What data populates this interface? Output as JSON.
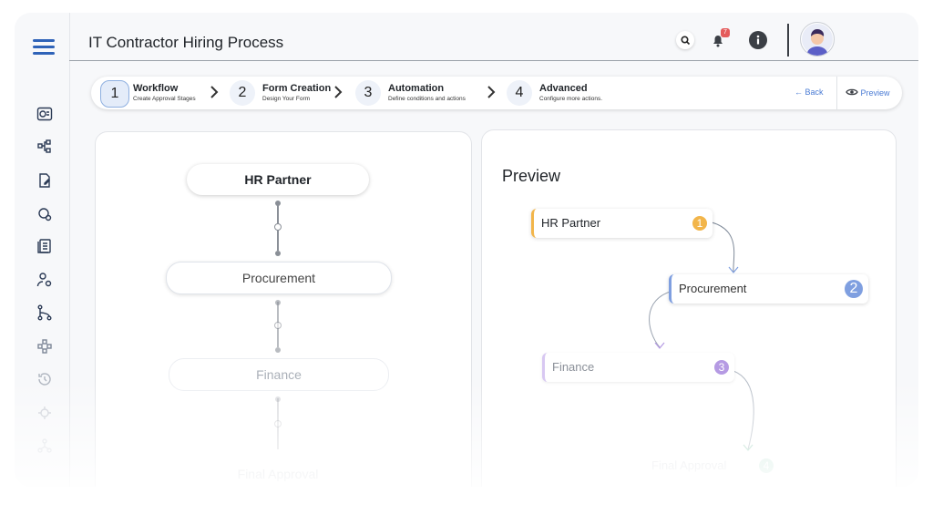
{
  "app": {
    "title": "IT Contractor Hiring Process"
  },
  "header": {
    "notification_count": "7"
  },
  "steps": [
    {
      "num": "1",
      "title": "Workflow",
      "subtitle": "Create Approval Stages"
    },
    {
      "num": "2",
      "title": "Form Creation",
      "subtitle": "Design Your Form"
    },
    {
      "num": "3",
      "title": "Automation",
      "subtitle": "Define conditions and actions"
    },
    {
      "num": "4",
      "title": "Advanced",
      "subtitle": "Configure more actions."
    }
  ],
  "nav": {
    "back_label": "Back",
    "preview_label": "Preview"
  },
  "workflow": {
    "stages": [
      "HR Partner",
      "Procurement",
      "Finance",
      "Final Approval"
    ]
  },
  "preview": {
    "title": "Preview",
    "cards": [
      {
        "label": "HR Partner",
        "num": "1"
      },
      {
        "label": "Procurement",
        "num": "2"
      },
      {
        "label": "Finance",
        "num": "3"
      },
      {
        "label": "Final Approval",
        "num": "4"
      }
    ]
  },
  "colors": {
    "accent": "#2f63b8",
    "stage1": "#f2b54a",
    "stage2": "#7f9fe0",
    "stage3": "#b59ae3",
    "stage4": "#6fc2a0"
  }
}
